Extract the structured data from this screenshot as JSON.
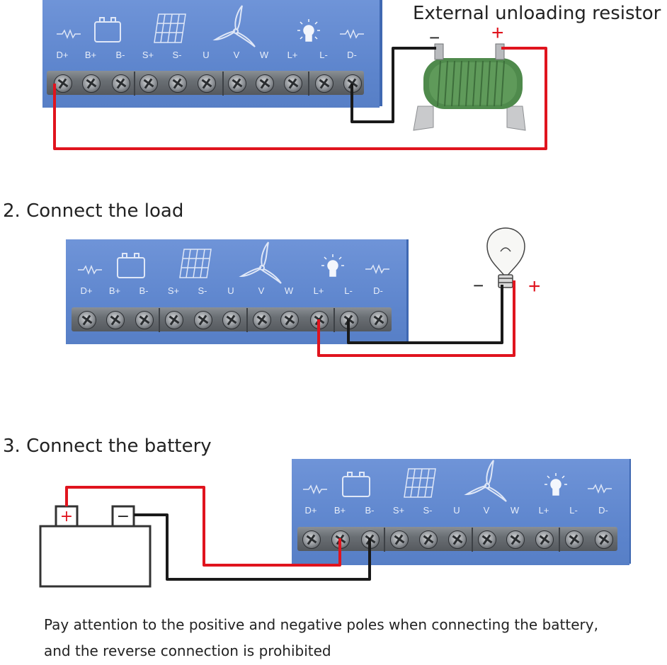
{
  "section1": {
    "resistor_label": "External unloading resistor",
    "minus": "−",
    "plus": "+"
  },
  "section2": {
    "title": "2. Connect the load",
    "minus": "−",
    "plus": "+"
  },
  "section3": {
    "title": "3. Connect the battery",
    "plus": "+",
    "minus": "−"
  },
  "terminals": [
    "D+",
    "B+",
    "B-",
    "S+",
    "S-",
    "U",
    "V",
    "W",
    "L+",
    "L-",
    "D-"
  ],
  "note": {
    "line1": "Pay attention to the positive and negative poles when connecting the battery,",
    "line2": "and the reverse connection is prohibited"
  },
  "colors": {
    "panel": "#5c84cc",
    "wire_red": "#e0141e",
    "wire_black": "#1a1a1a",
    "resistor": "#4f8a4c"
  }
}
